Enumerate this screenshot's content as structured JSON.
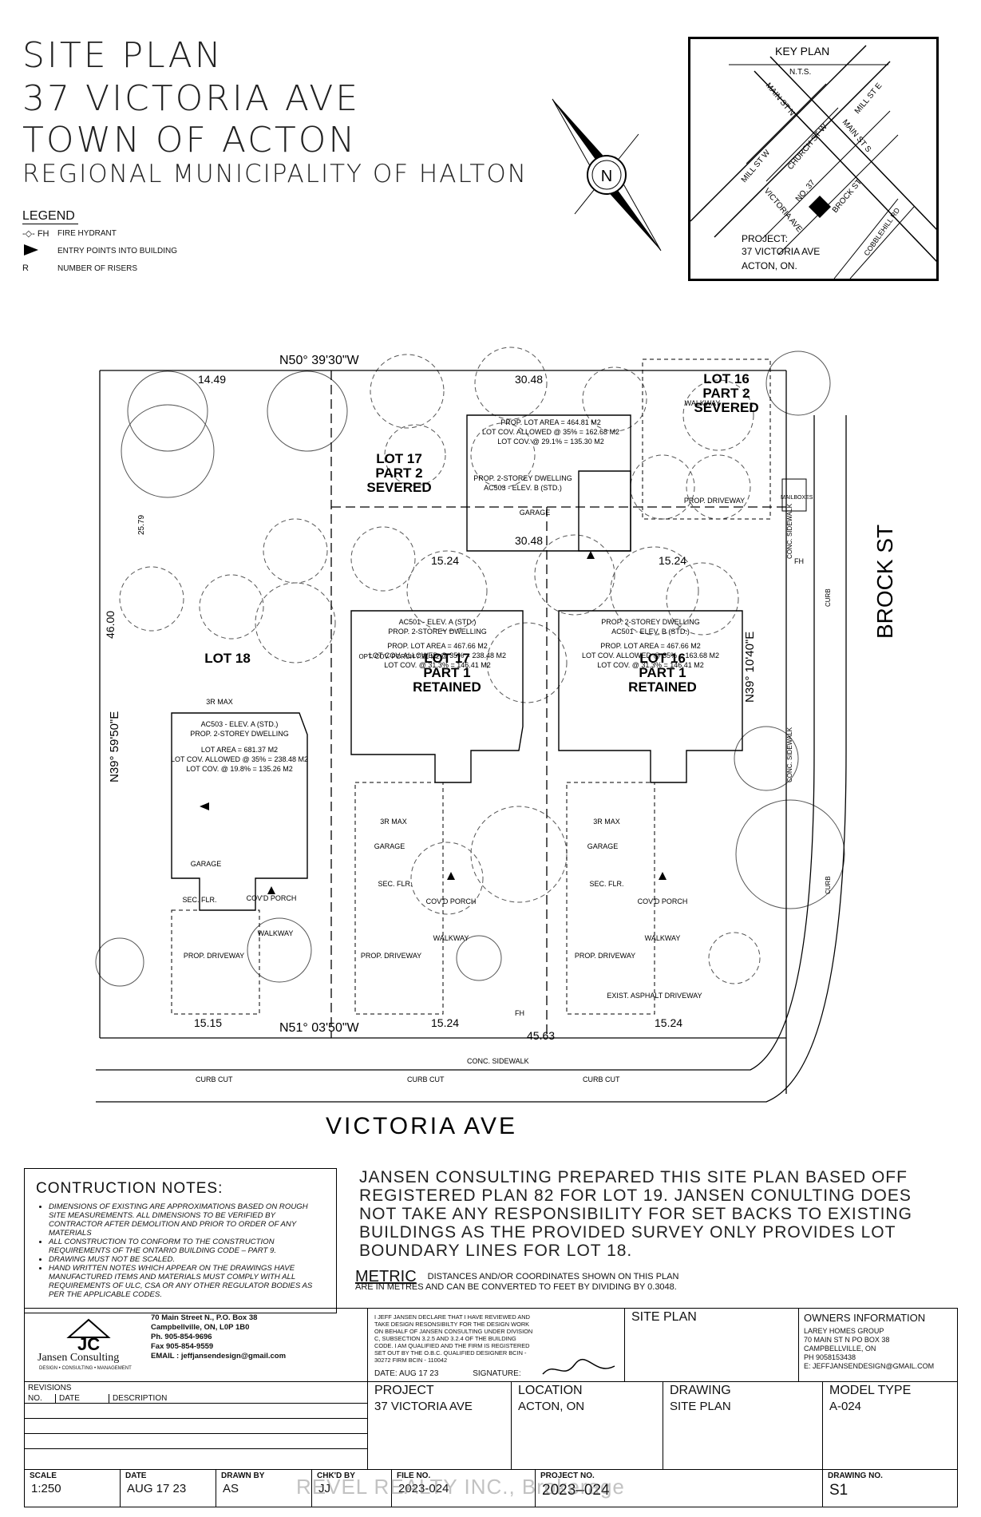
{
  "title": {
    "line1": "SITE PLAN",
    "line2": "37 VICTORIA AVE",
    "line3": "TOWN OF ACTON",
    "line4": "REGIONAL MUNICIPALITY OF HALTON"
  },
  "legend": {
    "heading": "LEGEND",
    "items": [
      {
        "symbol": "-◇- FH",
        "label": "FIRE HYDRANT"
      },
      {
        "symbol": "▶",
        "label": "ENTRY POINTS INTO BUILDING"
      },
      {
        "symbol": "R",
        "label": "NUMBER OF RISERS"
      }
    ]
  },
  "compass": {
    "letter": "N"
  },
  "key_plan": {
    "title": "KEY PLAN",
    "scale": "N.T.S.",
    "streets": [
      "MAIN ST N",
      "MILL ST E",
      "MILL ST W",
      "MAIN ST S",
      "CHURCH ST W",
      "VICTORIA AVE",
      "NO. 37",
      "BROCK ST",
      "COBBLEHILL RD"
    ],
    "project_label": "PROJECT:",
    "project_address": "37 VICTORIA AVE",
    "project_city": "ACTON, ON."
  },
  "site": {
    "bearing_top": "N50° 39'30\"W",
    "bearing_bottom": "N51° 03'50\"W",
    "bearing_left": "N39° 59'50\"E",
    "bearing_right": "N39° 10'40\"E",
    "street_right": "BROCK ST",
    "street_bottom": "VICTORIA AVE",
    "sidewalk": "CONC. SIDEWALK",
    "curb_cut": "CURB CUT",
    "curb": "CURB",
    "mailboxes": "MAILBOXES",
    "fh": "FH",
    "dims": {
      "top_left": "14.49",
      "top_mid": "30.48",
      "mid_upper": "30.48",
      "mid_left": "15.24",
      "mid_right": "15.24",
      "left_depth": "46.00",
      "left_upper": "25.79",
      "bot_left": "15.15",
      "bot_mid": "15.24",
      "bot_total": "45.63",
      "bot_right": "15.24"
    },
    "lots": [
      {
        "id": "lot16s",
        "l1": "LOT 16",
        "l2": "PART 2",
        "l3": "SEVERED"
      },
      {
        "id": "lot17s",
        "l1": "LOT 17",
        "l2": "PART 2",
        "l3": "SEVERED"
      },
      {
        "id": "lot18",
        "l1": "LOT 18",
        "l2": "",
        "l3": ""
      },
      {
        "id": "lot17r",
        "l1": "LOT 17",
        "l2": "PART 1",
        "l3": "RETAINED"
      },
      {
        "id": "lot16r",
        "l1": "LOT 16",
        "l2": "PART 1",
        "l3": "RETAINED"
      }
    ],
    "buildings": [
      {
        "model": "AC503 - ELEV. B (STD.)",
        "type": "PROP. 2-STOREY DWELLING",
        "area": "PROP. LOT AREA = 464.81 M2",
        "allowed": "LOT COV. ALLOWED @ 35% = 162.68 M2",
        "cov": "LOT COV. @ 29.1% = 135.30 M2"
      },
      {
        "model": "AC503 - ELEV. A (STD.)",
        "type": "PROP. 2-STOREY DWELLING",
        "area": "LOT AREA = 681.37 M2",
        "allowed": "LOT COV. ALLOWED @ 35% = 238.48 M2",
        "cov": "LOT COV. @ 19.8% = 135.26 M2"
      },
      {
        "model": "AC501 - ELEV. A (STD.)",
        "type": "PROP. 2-STOREY DWELLING",
        "area": "PROP. LOT AREA = 467.66 M2",
        "allowed": "LOT COV. ALLOWED @ 35% = 238.48 M2",
        "cov": "LOT COV. @ 31.3% = 146.41 M2"
      },
      {
        "model": "PROP. 2-STOREY DWELLING",
        "type": "AC501 - ELEV. B (STD.)",
        "area": "PROP. LOT AREA = 467.66 M2",
        "allowed": "LOT COV. ALLOWED @ 35% = 163.68 M2",
        "cov": "LOT COV. @ 31.3% = 146.41 M2"
      }
    ],
    "garage": "GARAGE",
    "sec_flr": "SEC. FLR.",
    "covd_porch": "COV'D PORCH",
    "walkway": "WALKWAY",
    "prop_driveway": "PROP. DRIVEWAY",
    "exist_driveway": "EXIST. ASPHALT DRIVEWAY",
    "opt_porch": "OPT. COV. PORCH 7.81 M2",
    "risers": "3R MAX"
  },
  "notes": {
    "heading": "CONTRUCTION NOTES:",
    "items": [
      "DIMENSIONS OF EXISTING ARE APPROXIMATIONS BASED ON ROUGH SITE MEASUREMENTS. ALL DIMENSIONS TO BE VERIFIED BY CONTRACTOR AFTER DEMOLITION AND PRIOR TO ORDER OF ANY MATERIALS",
      "ALL CONSTRUCTION TO CONFORM TO THE CONSTRUCTION REQUIREMENTS OF THE ONTARIO BUILDING CODE – PART 9.",
      "DRAWING MUST NOT BE SCALED.",
      "HAND WRITTEN NOTES WHICH APPEAR ON THE DRAWINGS HAVE MANUFACTURED ITEMS AND MATERIALS MUST COMPLY WITH ALL REQUIREMENTS OF ULC, CSA OR ANY OTHER REGULATOR BODIES AS PER THE APPLICABLE CODES."
    ]
  },
  "disclaimer": "JANSEN CONSULTING PREPARED THIS SITE PLAN BASED OFF REGISTERED PLAN 82 FOR LOT 19. JANSEN CONULTING DOES NOT TAKE ANY RESPONSIBILITY FOR SET BACKS TO EXISTING BUILDINGS AS THE PROVIDED SURVEY ONLY PROVIDES LOT BOUNDARY LINES FOR LOT 18.",
  "metric": {
    "label": "METRIC",
    "text": "DISTANCES AND/OR COORDINATES SHOWN ON THIS PLAN ARE IN METRES AND CAN BE CONVERTED TO FEET BY DIVIDING BY 0.3048."
  },
  "title_block": {
    "firm_name": "Jansen Consulting",
    "firm_tag": "DESIGN • CONSULTING • MANAGEMENT",
    "address1": "70 Main Street N., P.O. Box 38",
    "address2": "Campbellville, ON, L0P 1B0",
    "phone": "Ph. 905-854-9696",
    "fax": "Fax 905-854-9559",
    "email": "EMAIL : jeffjansendesign@gmail.com",
    "declaration": "I JEFF JANSEN DECLARE THAT I HAVE REVIEWED AND TAKE DESIGN RESONSIBILTY FOR THE DESIGN WORK ON BEHALF OF JANSEN CONSULTING UNDER DIVISION C, SUBSECTION 3.2.5 AND 3.2.4 OF THE BUILDING CODE. I AM QUALIFIED AND THE FIRM IS REGISTERED SET OUT BY THE O.B.C. QUALIFIED DESIGNER BCIN - 30272 FIRM BCIN - 110042",
    "date_label": "DATE:",
    "date_value": "AUG 17 23",
    "signature_label": "SIGNATURE:",
    "sheet_title": "SITE PLAN",
    "owners_heading": "OWNERS INFORMATION",
    "owners_lines": [
      "LAREY HOMES GROUP",
      "70 MAIN ST N PO BOX 38",
      "CAMPBELLVILLE, ON",
      "PH 9058153438",
      "E: JEFFJANSENDESIGN@GMAIL.COM"
    ],
    "revisions": "REVISIONS",
    "rev_cols": [
      "NO.",
      "DATE",
      "DESCRIPTION"
    ],
    "project_label": "PROJECT",
    "project_value": "37 VICTORIA AVE",
    "location_label": "LOCATION",
    "location_value": "ACTON, ON",
    "drawing_label": "DRAWING",
    "drawing_value": "SITE PLAN",
    "model_label": "MODEL TYPE",
    "model_value": "A-024",
    "scale_label": "SCALE",
    "scale_value": "1:250",
    "date2_label": "DATE",
    "date2_value": "AUG 17 23",
    "drawn_label": "DRAWN BY",
    "drawn_value": "AS",
    "chkd_label": "CHK'D BY",
    "chkd_value": "JJ",
    "file_label": "FILE NO.",
    "file_value": "2023-024",
    "projno_label": "PROJECT NO.",
    "projno_value": "2023–024",
    "drawno_label": "DRAWING NO.",
    "drawno_value": "S1",
    "watermark": "REVEL REALTY INC., Brokerage"
  }
}
